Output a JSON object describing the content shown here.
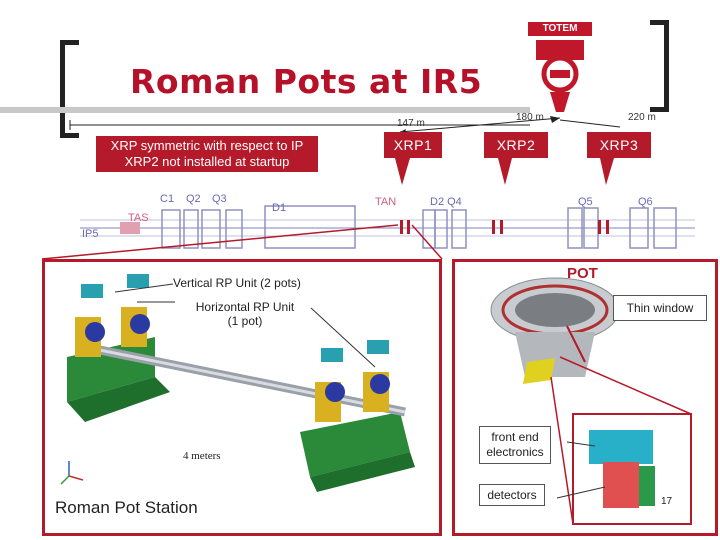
{
  "slide": {
    "title": "Roman Pots at IR5",
    "page_number": "17"
  },
  "logo": {
    "text": "TOTEM"
  },
  "distances": {
    "d147": "147 m",
    "d180": "180 m",
    "d220": "220 m"
  },
  "note": {
    "line1": "XRP symmetric with respect to IP",
    "line2": "XRP2 not installed at startup"
  },
  "stations": {
    "xrp1": "XRP1",
    "xrp2": "XRP2",
    "xrp3": "XRP3"
  },
  "beamline": {
    "labels": [
      "C1",
      "Q2",
      "Q3",
      "TAS",
      "IP5",
      "D1",
      "TAN",
      "D2 Q4",
      "Q5",
      "Q6"
    ]
  },
  "left_panel": {
    "vertical_unit": "Vertical RP Unit (2 pots)",
    "horizontal_unit_line1": "Horizontal RP Unit",
    "horizontal_unit_line2": "(1 pot)",
    "length": "4 meters",
    "station_label": "Roman Pot Station"
  },
  "right_panel": {
    "title": "POT",
    "thin_window": "Thin window",
    "front_end_line1": "front end",
    "front_end_line2": "electronics",
    "detectors": "detectors"
  }
}
